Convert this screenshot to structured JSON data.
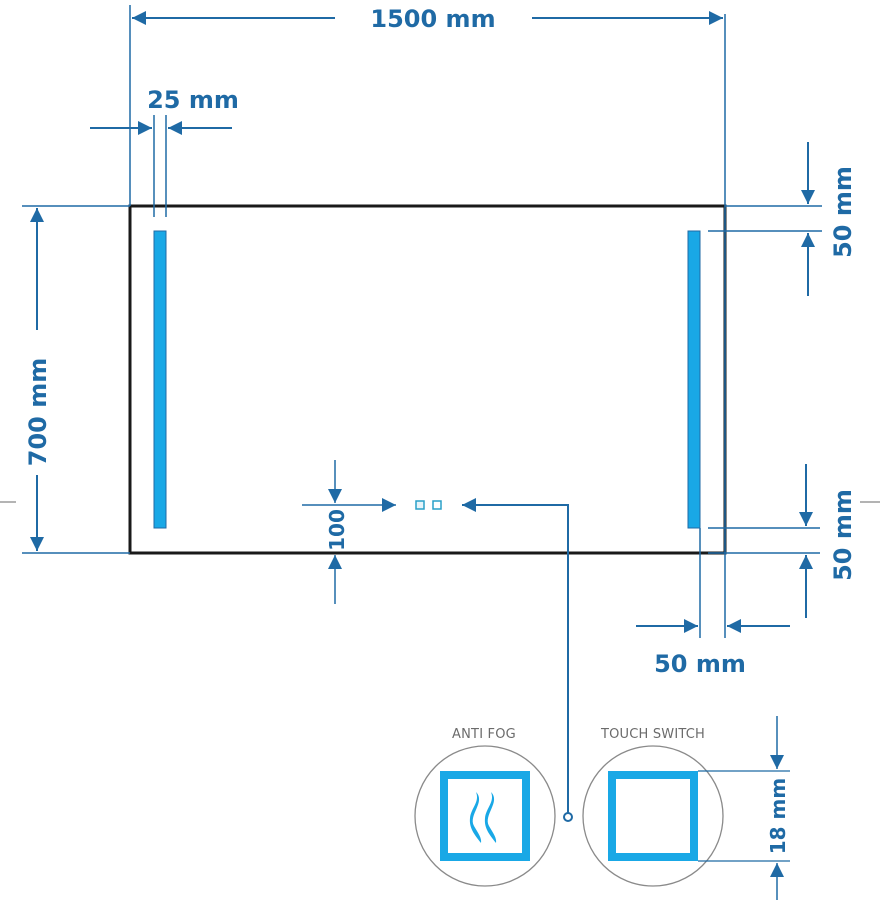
{
  "diagram": {
    "title": "LED bathroom mirror dimension drawing",
    "colors": {
      "dimension_line": "#1f6aa5",
      "mirror_frame": "#1a1a1a",
      "led_strip": "#19a8e6",
      "label_gray": "#6b6b6b",
      "circle_outline": "#8a8a8a"
    },
    "dimensions": {
      "width": "1500 mm",
      "height": "700 mm",
      "led_strip_inset": "25 mm",
      "top_margin": "50 mm",
      "bottom_margin": "50 mm",
      "right_margin": "50 mm",
      "switch_offset": "100",
      "switch_size": "18 mm"
    },
    "mirror": {
      "led_strips": [
        "left-led-strip",
        "right-led-strip"
      ],
      "switch_count": 2
    },
    "detail": {
      "anti_fog_label": "ANTI FOG",
      "anti_fog_icon": "heat-waves-icon",
      "touch_switch_label": "TOUCH SWITCH",
      "touch_switch_icon": "square-icon"
    }
  }
}
